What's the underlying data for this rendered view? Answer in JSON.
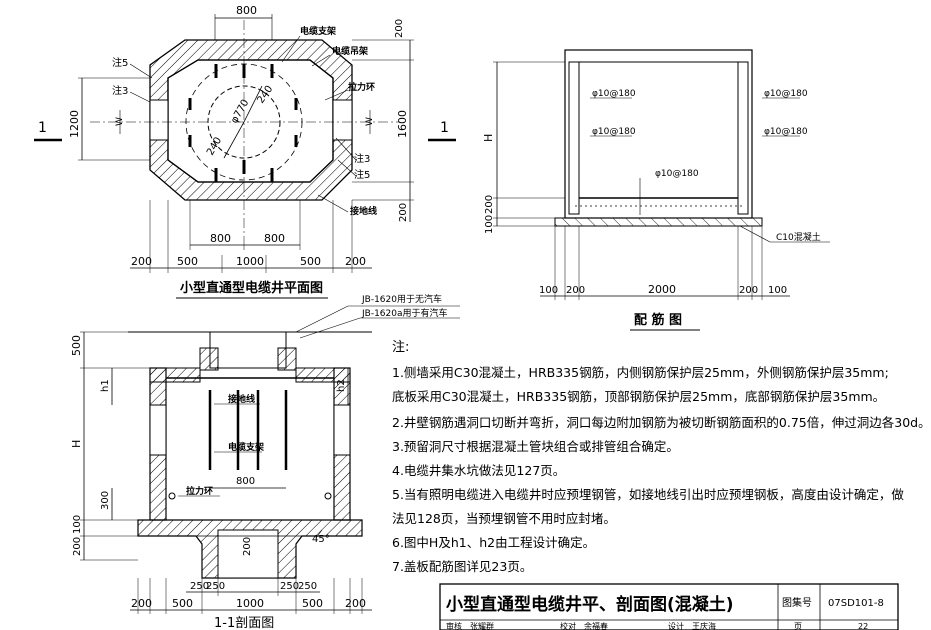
{
  "plan": {
    "title": "小型直通型电缆井平面图",
    "section_mark": "1",
    "dims_top": [
      "800",
      "200"
    ],
    "dims_left": "1200",
    "dims_right": [
      "1600",
      "200"
    ],
    "dims_inner": [
      "800",
      "800"
    ],
    "dims_bottom": [
      "200",
      "500",
      "1000",
      "500",
      "200"
    ],
    "labels": {
      "cable_bracket": "电缆支架",
      "cable_hanger": "电缆吊架",
      "pull_ring": "拉力环",
      "note5a": "注5",
      "note3a": "注3",
      "note3b": "注3",
      "note5b": "注5",
      "ground_wire": "接地线",
      "w_left": "W",
      "w_right": "W",
      "r240a": "240",
      "r240b": "240",
      "dia770": "φ770"
    }
  },
  "section": {
    "title": "1-1剖面图",
    "cover_a": "JB-1620用于无汽车",
    "cover_b": "JB-1620a用于有汽车",
    "dims_left": [
      "500",
      "h1",
      "H",
      "300",
      "100",
      "200"
    ],
    "h2": "h2",
    "dims_bottom_top": [
      "250",
      "250",
      "250",
      "250"
    ],
    "dims_bottom": [
      "200",
      "500",
      "1000",
      "500",
      "200"
    ],
    "inner_800": "800",
    "v200": "200",
    "angle": "45°",
    "labels": {
      "ground_wire": "接地线",
      "cable_bracket": "电缆支架",
      "pull_ring": "拉力环"
    }
  },
  "rebar": {
    "title": "配 筋 图",
    "section_mark": "1",
    "bars": [
      "φ10@180",
      "φ10@180",
      "φ10@180",
      "φ10@180",
      "φ10@180"
    ],
    "dims_left": [
      "H",
      "200",
      "100"
    ],
    "dims_bottom": [
      "100",
      "200",
      "2000",
      "200",
      "100"
    ],
    "concrete": "C10混凝土"
  },
  "notes": {
    "heading": "注:",
    "items": [
      "1.侧墙采用C30混凝土，HRB335钢筋，内侧钢筋保护层25mm，外侧钢筋保护层35mm;",
      "  底板采用C30混凝土，HRB335钢筋，顶部钢筋保护层25mm，底部钢筋保护层35mm。",
      "2.井壁钢筋遇洞口切断并弯折，洞口每边附加钢筋为被切断钢筋面积的0.75倍，伸过洞边各30d。",
      "3.预留洞尺寸根据混凝土管块组合或排管组合确定。",
      "4.电缆井集水坑做法见127页。",
      "5.当有照明电缆进入电缆井时应预埋钢管，如接地线引出时应预埋钢板，高度由设计确定，做",
      "  法见128页，当预埋钢管不用时应封堵。",
      "6.图中H及h1、h2由工程设计确定。",
      "7.盖板配筋图详见23页。"
    ]
  },
  "title_block": {
    "title": "小型直通型电缆井平、剖面图(混凝土)",
    "atlas_label": "图集号",
    "atlas_no": "07SD101-8",
    "row2": [
      "审核",
      "张耀群",
      "校对",
      "余福春",
      "设计",
      "王庆海",
      "页",
      "22"
    ]
  }
}
